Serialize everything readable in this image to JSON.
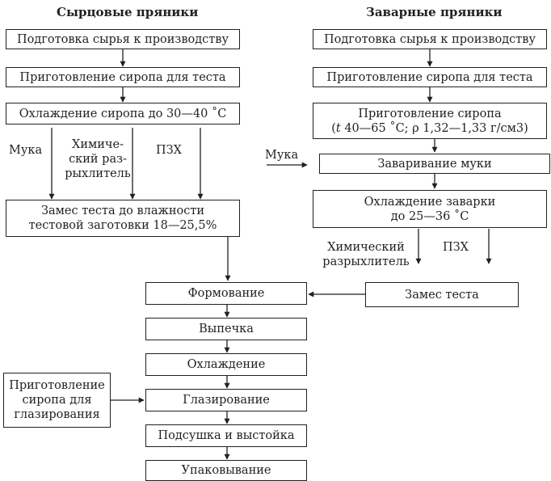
{
  "headers": {
    "left": "Сырцовые пряники",
    "right": "Заварные пряники"
  },
  "left_column": {
    "prepare_raw": "Подготовка сырья к производству",
    "syrup_for_dough": "Приготовление сиропа для теста",
    "cool_syrup": "Охлаждение сиропа до 30—40 ˚С",
    "kneading_line1": "Замес теста до влажности",
    "kneading_line2": "тестовой заготовки 18—25,5%",
    "flour": "Мука",
    "chem_line1": "Химиче-",
    "chem_line2": "ский раз-",
    "chem_line3": "рыхлитель",
    "pzh": "ПЗХ"
  },
  "right_column": {
    "prepare_raw": "Подготовка сырья к производству",
    "syrup_for_dough": "Приготовление сиропа для теста",
    "syrup_line1": "Приготовление сиропа",
    "syrup_line2_t": "t",
    "syrup_line2_rest": " 40—65 ˚С; ρ 1,32—1,33 г/см3)",
    "syrup_line2_open": "(",
    "brewing_flour": "Заваривание муки",
    "cool_brew_line1": "Охлаждение заварки",
    "cool_brew_line2": "до 25—36 ˚С",
    "flour": "Мука",
    "chem_line1": "Химический",
    "chem_line2": "разрыхлитель",
    "pzh": "ПЗХ",
    "kneading": "Замес теста"
  },
  "common": {
    "forming": "Формование",
    "baking": "Выпечка",
    "cooling": "Охлаждение",
    "glazing": "Глазирование",
    "drying": "Подсушка и выстойка",
    "packing": "Упаковывание"
  },
  "glaze_syrup": {
    "line1": "Приготовление",
    "line2": "сиропа для",
    "line3": "глазирования"
  }
}
